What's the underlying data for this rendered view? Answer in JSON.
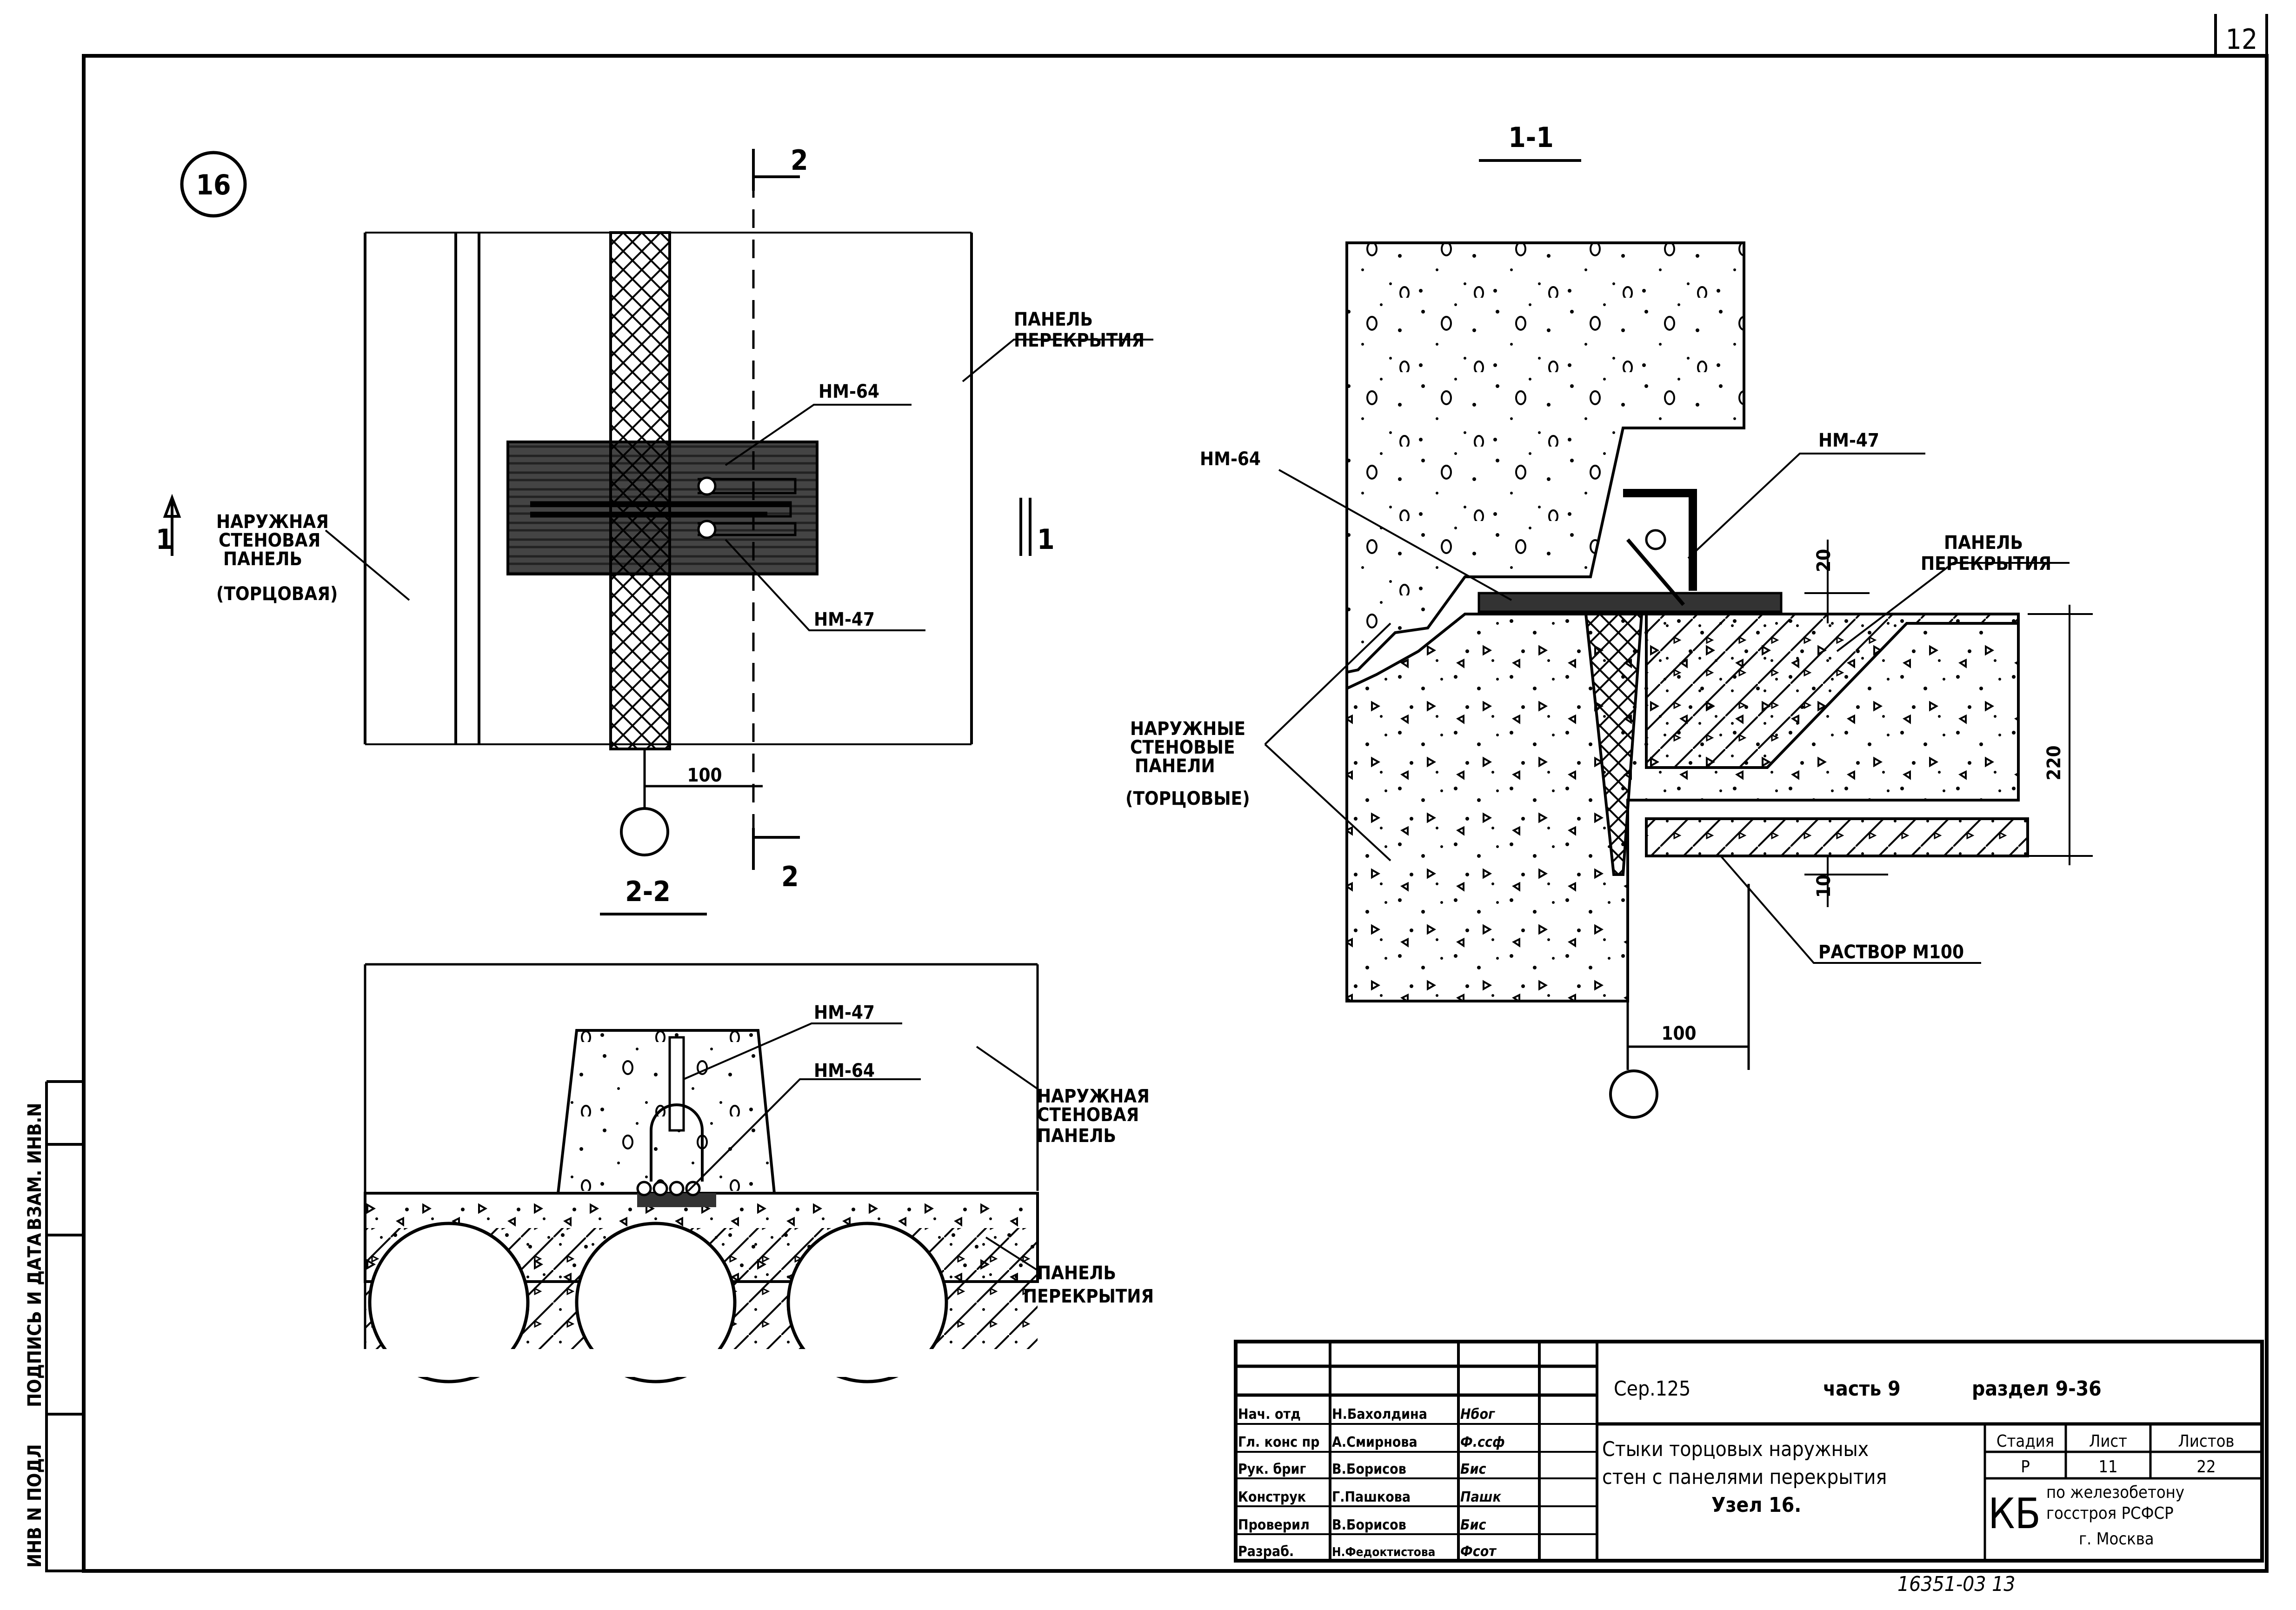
{
  "sheet_number": "12",
  "node_marker": "16",
  "plan": {
    "section_mark_top": "2",
    "section_mark_bottom": "2",
    "cut_mark_left": "1",
    "cut_mark_right": "1",
    "label_floor_panel": [
      "ПАНЕЛЬ",
      "ПЕРЕКРЫТИЯ"
    ],
    "label_hm64": "НМ-64",
    "label_hm47": "НМ-47",
    "label_wall_panel": [
      "НАРУЖНАЯ",
      "СТЕНОВАЯ",
      "ПАНЕЛЬ",
      "(ТОРЦОВАЯ)"
    ],
    "dim_100": "100"
  },
  "section_2_2": {
    "title": "2-2",
    "label_hm47": "НМ-47",
    "label_hm64": "НМ-64",
    "label_wall_panel": [
      "НАРУЖНАЯ",
      "СТЕНОВАЯ",
      "ПАНЕЛЬ"
    ],
    "label_floor_panel": [
      "ПАНЕЛЬ",
      "ПЕРЕКРЫТИЯ"
    ]
  },
  "section_1_1": {
    "title": "1-1",
    "label_hm64": "НМ-64",
    "label_hm47": "НМ-47",
    "label_floor_panel": [
      "ПАНЕЛЬ",
      "ПЕРЕКРЫТИЯ"
    ],
    "label_wall_panels": [
      "НАРУЖНЫЕ",
      "СТЕНОВЫЕ",
      "ПАНЕЛИ",
      "(ТОРЦОВЫЕ)"
    ],
    "label_mortar": "РАСТВОР М100",
    "dim_20": "20",
    "dim_220": "220",
    "dim_10": "10",
    "dim_100": "100"
  },
  "side_stamp": [
    "ИНВ N ПОДЛ",
    "ПОДПИСЬ И ДАТА",
    "ВЗАМ. ИНВ.N"
  ],
  "title_block": {
    "series": "Сер.125",
    "part": "часть 9",
    "section": "раздел 9-36",
    "title_lines": [
      "Стыки торцовых наружных",
      "стен с панелями перекрытия",
      "Узел 16."
    ],
    "headers": [
      "Стадия",
      "Лист",
      "Листов"
    ],
    "values": [
      "Р",
      "11",
      "22"
    ],
    "org_mark": "КБ",
    "org_lines": [
      "по железобетону",
      "госстроя РСФСР",
      "г. Москва"
    ],
    "staff": [
      {
        "role": "Нач. отд",
        "name": "Н.Бахолдина",
        "sign": "Нбог"
      },
      {
        "role": "Гл. конс пр",
        "name": "А.Смирнова",
        "sign": "Ф.ссф"
      },
      {
        "role": "Рук. бриг",
        "name": "В.Борисов",
        "sign": "Бис"
      },
      {
        "role": "Конструк",
        "name": "Г.Пашкова",
        "sign": "Пашк"
      },
      {
        "role": "Проверил",
        "name": "В.Борисов",
        "sign": "Бис"
      },
      {
        "role": "Разраб.",
        "name": "Н.Федоктистова",
        "sign": "Фсот"
      }
    ],
    "doc_number": "16351-03 13"
  }
}
